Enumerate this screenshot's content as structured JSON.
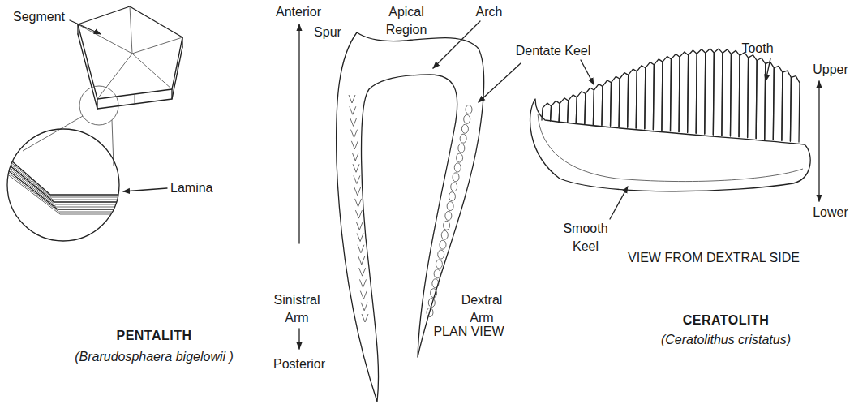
{
  "diagram": {
    "labels": [
      "Segment",
      "Lamina",
      "PENTALITH",
      "(Brarudosphaera bigelowii )",
      "Anterior",
      "Apical Region",
      "Arch",
      "Spur",
      "Dentate Keel",
      "Tooth",
      "Upper",
      "Sinistral Arm",
      "Dextral Arm",
      "Smooth Keel",
      "Lower",
      "VIEW FROM DEXTRAL SIDE",
      "Posterior",
      "PLAN VIEW",
      "CERATOLITH",
      "(Ceratolithus cristatus)"
    ]
  }
}
